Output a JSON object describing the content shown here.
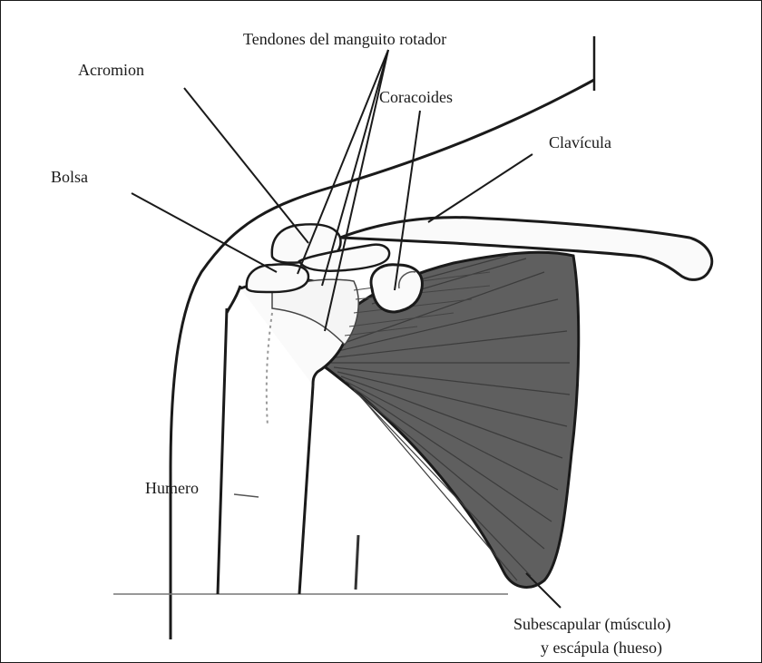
{
  "labels": {
    "tendons": "Tendones del manguito rotador",
    "acromion": "Acromion",
    "coracoid": "Coracoides",
    "clavicle": "Clavícula",
    "bursa": "Bolsa",
    "humerus": "Humero",
    "subscapular_line1": "Subescapular (músculo)",
    "subscapular_line2": "y escápula (hueso)"
  },
  "colors": {
    "ink": "#1a1a1a",
    "muscle": "#5f5f5f",
    "muscle_dark": "#3c3c3c",
    "bone": "#f7f7f7"
  }
}
